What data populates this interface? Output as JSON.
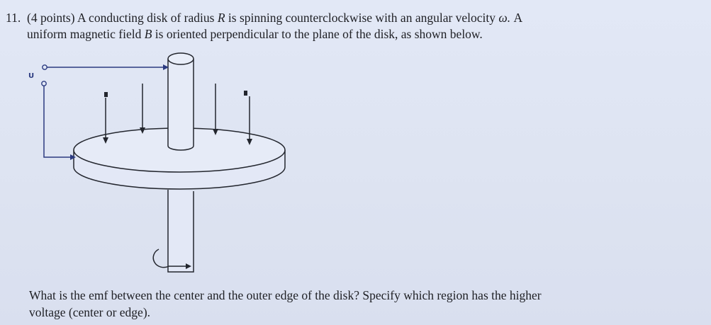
{
  "question": {
    "number": "11.",
    "points": "(4 points)",
    "line1_a": "A conducting disk of radius",
    "radius_symbol": "R",
    "line1_b": "is spinning counterclockwise with an angular velocity",
    "omega_symbol": "ω.",
    "line1_c": "A",
    "line2_a": "uniform magnetic field",
    "field_symbol": "B",
    "line2_b": "is oriented perpendicular to the plane of the disk, as shown below."
  },
  "figure": {
    "terminal_label": "U"
  },
  "prompt": {
    "line1": "What is the emf between the center and the outer edge of the disk? Specify which region has the higher",
    "line2": "voltage (center or edge)."
  }
}
